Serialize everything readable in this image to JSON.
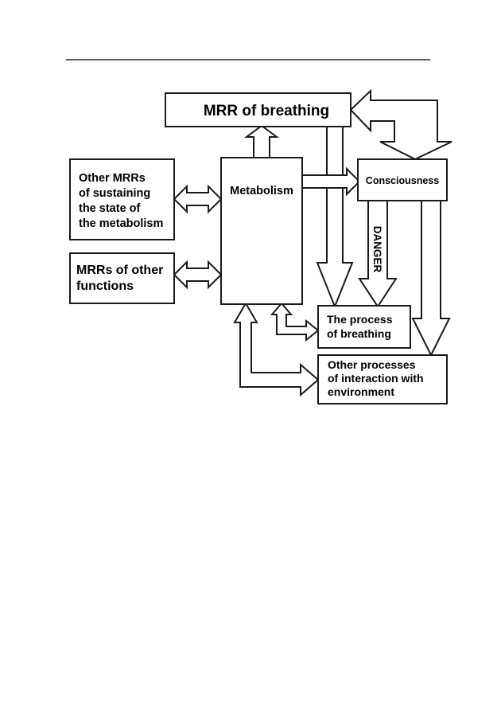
{
  "nodes": {
    "mrr_breathing": "MRR of breathing",
    "metabolism": "Metabolism",
    "consciousness": "Consciousness",
    "other_mrrs_lines": [
      "Other MRRs",
      "of sustaining",
      "the state of",
      "the metabolism"
    ],
    "mrrs_other_functions_lines": [
      "MRRs of other",
      "functions"
    ],
    "process_breathing_lines": [
      "The process",
      "of breathing"
    ],
    "other_processes_lines": [
      "Other processes",
      "of interaction with",
      "environment"
    ]
  },
  "labels": {
    "danger": "DANGER"
  }
}
